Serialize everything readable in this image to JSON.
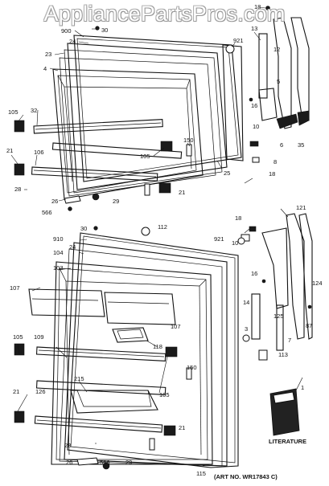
{
  "watermark": "AppliancePartsPros.com",
  "art_number": "(ART NO. WR17843 C)",
  "literature_label": "LITERATURE",
  "labels": {
    "l18a": "18",
    "l30a": "30",
    "l900": "900",
    "l24a": "24",
    "l921a": "921",
    "l13": "13",
    "l12": "12",
    "l23": "23",
    "l4": "4",
    "l5": "5",
    "l16a": "16",
    "l105a": "105",
    "l32": "32",
    "l105b": "105",
    "l150a": "150",
    "l10a": "10",
    "l6": "6",
    "l35": "35",
    "l21a": "21",
    "l106": "106",
    "l8": "8",
    "l25": "25",
    "l18b": "18",
    "l28a": "28",
    "l21b": "21",
    "l26a": "26",
    "l29a": "29",
    "l566a": "566",
    "l30b": "30",
    "l112": "112",
    "l18c": "18",
    "l121": "121",
    "l910": "910",
    "l921b": "921",
    "l10b": "10",
    "l24b": "24",
    "l104": "104",
    "l103": "103",
    "l16b": "16",
    "l107a": "107",
    "l124": "124",
    "l14": "14",
    "l87": "87",
    "l107b": "107",
    "l125": "125",
    "l3": "3",
    "l7": "7",
    "l118": "118",
    "l105c": "105",
    "l109": "109",
    "l113": "113",
    "l150b": "150",
    "l215": "215",
    "l105d": "105",
    "l1": "1",
    "l21c": "21",
    "l126": "126",
    "l21d": "21",
    "l28b": "28",
    "l26b": "26",
    "l566b": "566",
    "l29b": "29",
    "l115": "115"
  }
}
